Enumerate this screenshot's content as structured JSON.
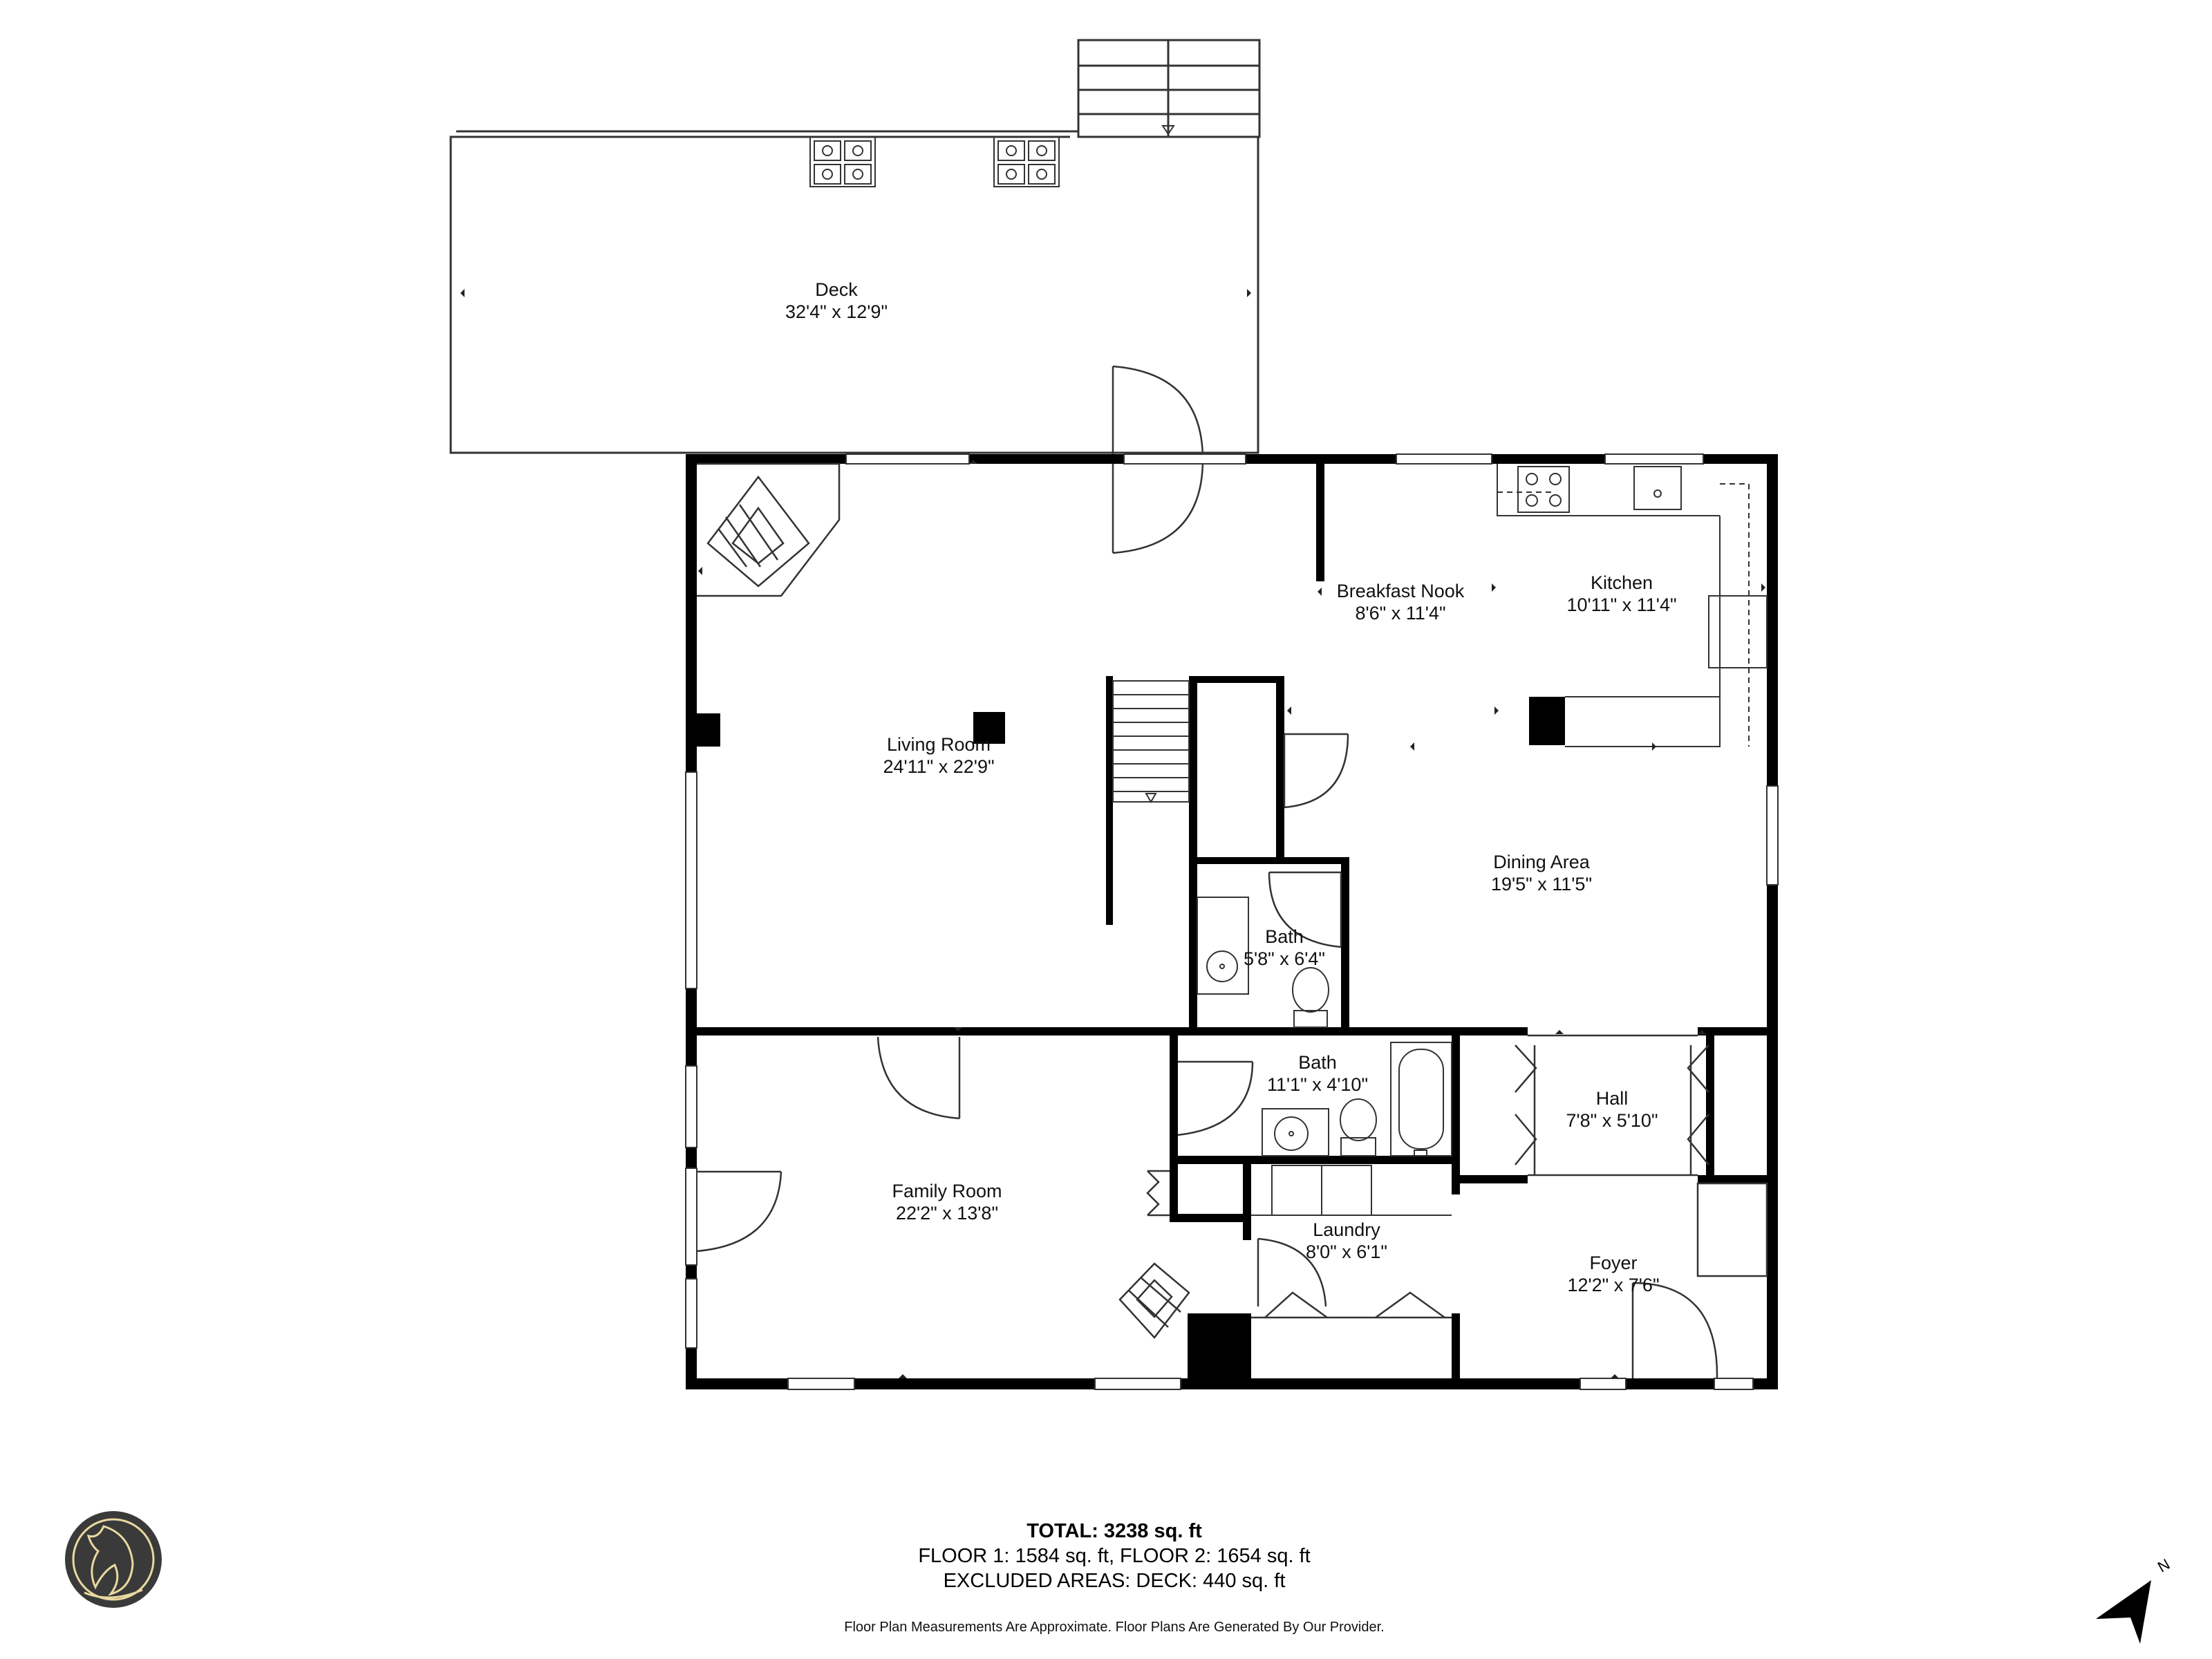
{
  "rooms": {
    "deck": {
      "name": "Deck",
      "dims": "32'4\" x 12'9\""
    },
    "living_room": {
      "name": "Living Room",
      "dims": "24'11\" x 22'9\""
    },
    "breakfast_nook": {
      "name": "Breakfast Nook",
      "dims": "8'6\" x 11'4\""
    },
    "kitchen": {
      "name": "Kitchen",
      "dims": "10'11\" x 11'4\""
    },
    "dining_area": {
      "name": "Dining Area",
      "dims": "19'5\" x 11'5\""
    },
    "bath_half": {
      "name": "Bath",
      "dims": "5'8\" x 6'4\""
    },
    "bath_full": {
      "name": "Bath",
      "dims": "11'1\" x 4'10\""
    },
    "hall": {
      "name": "Hall",
      "dims": "7'8\" x 5'10\""
    },
    "family_room": {
      "name": "Family Room",
      "dims": "22'2\" x 13'8\""
    },
    "laundry": {
      "name": "Laundry",
      "dims": "8'0\" x 6'1\""
    },
    "foyer": {
      "name": "Foyer",
      "dims": "12'2\" x 7'6\""
    }
  },
  "totals": {
    "total_label": "TOTAL: 3238 sq. ft",
    "floors": "FLOOR 1: 1584 sq. ft, FLOOR 2: 1654 sq. ft",
    "excluded": "EXCLUDED AREAS: DECK: 440 sq. ft"
  },
  "disclaimer": "Floor Plan Measurements Are Approximate. Floor Plans Are Generated By Our Provider.",
  "compass": {
    "letter": "N",
    "icon": "north-arrow-icon"
  },
  "logo": {
    "icon": "wolf-logo-icon",
    "color": "#3a3a3a",
    "accent": "#e8d9a0"
  },
  "colors": {
    "wall": "#000000",
    "line": "#333333"
  }
}
